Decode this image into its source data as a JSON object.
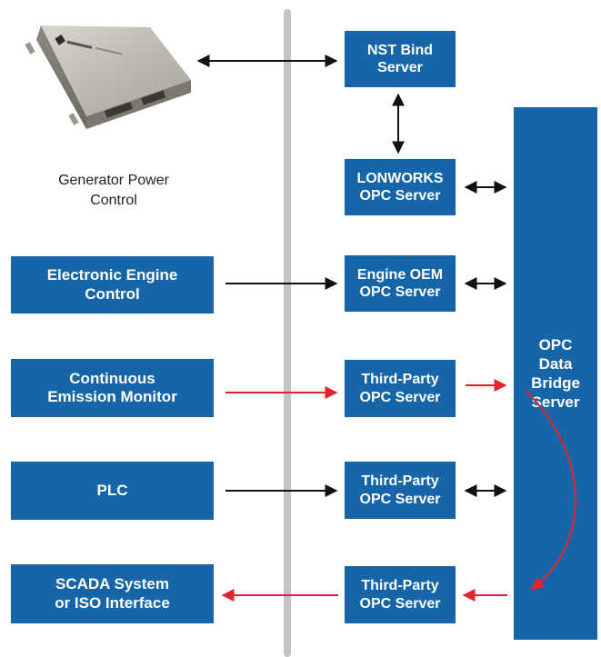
{
  "device": {
    "caption": "Generator Power\nControl"
  },
  "nodes": {
    "nst_bind": "NST Bind\nServer",
    "lonworks": "LONWORKS\nOPC Server",
    "engine_oem": "Engine OEM\nOPC Server",
    "third_party_1": "Third-Party\nOPC Server",
    "third_party_2": "Third-Party\nOPC Server",
    "third_party_3": "Third-Party\nOPC Server",
    "opc_bridge": "OPC\nData\nBridge\nServer",
    "electronic_engine": "Electronic Engine\nControl",
    "cem": "Continuous\nEmission Monitor",
    "plc": "PLC",
    "scada": "SCADA System\nor ISO Interface"
  },
  "colors": {
    "box": "#1565a8",
    "arrow_black": "#111111",
    "arrow_red": "#e3242b",
    "divider": "#c4c4c4"
  }
}
